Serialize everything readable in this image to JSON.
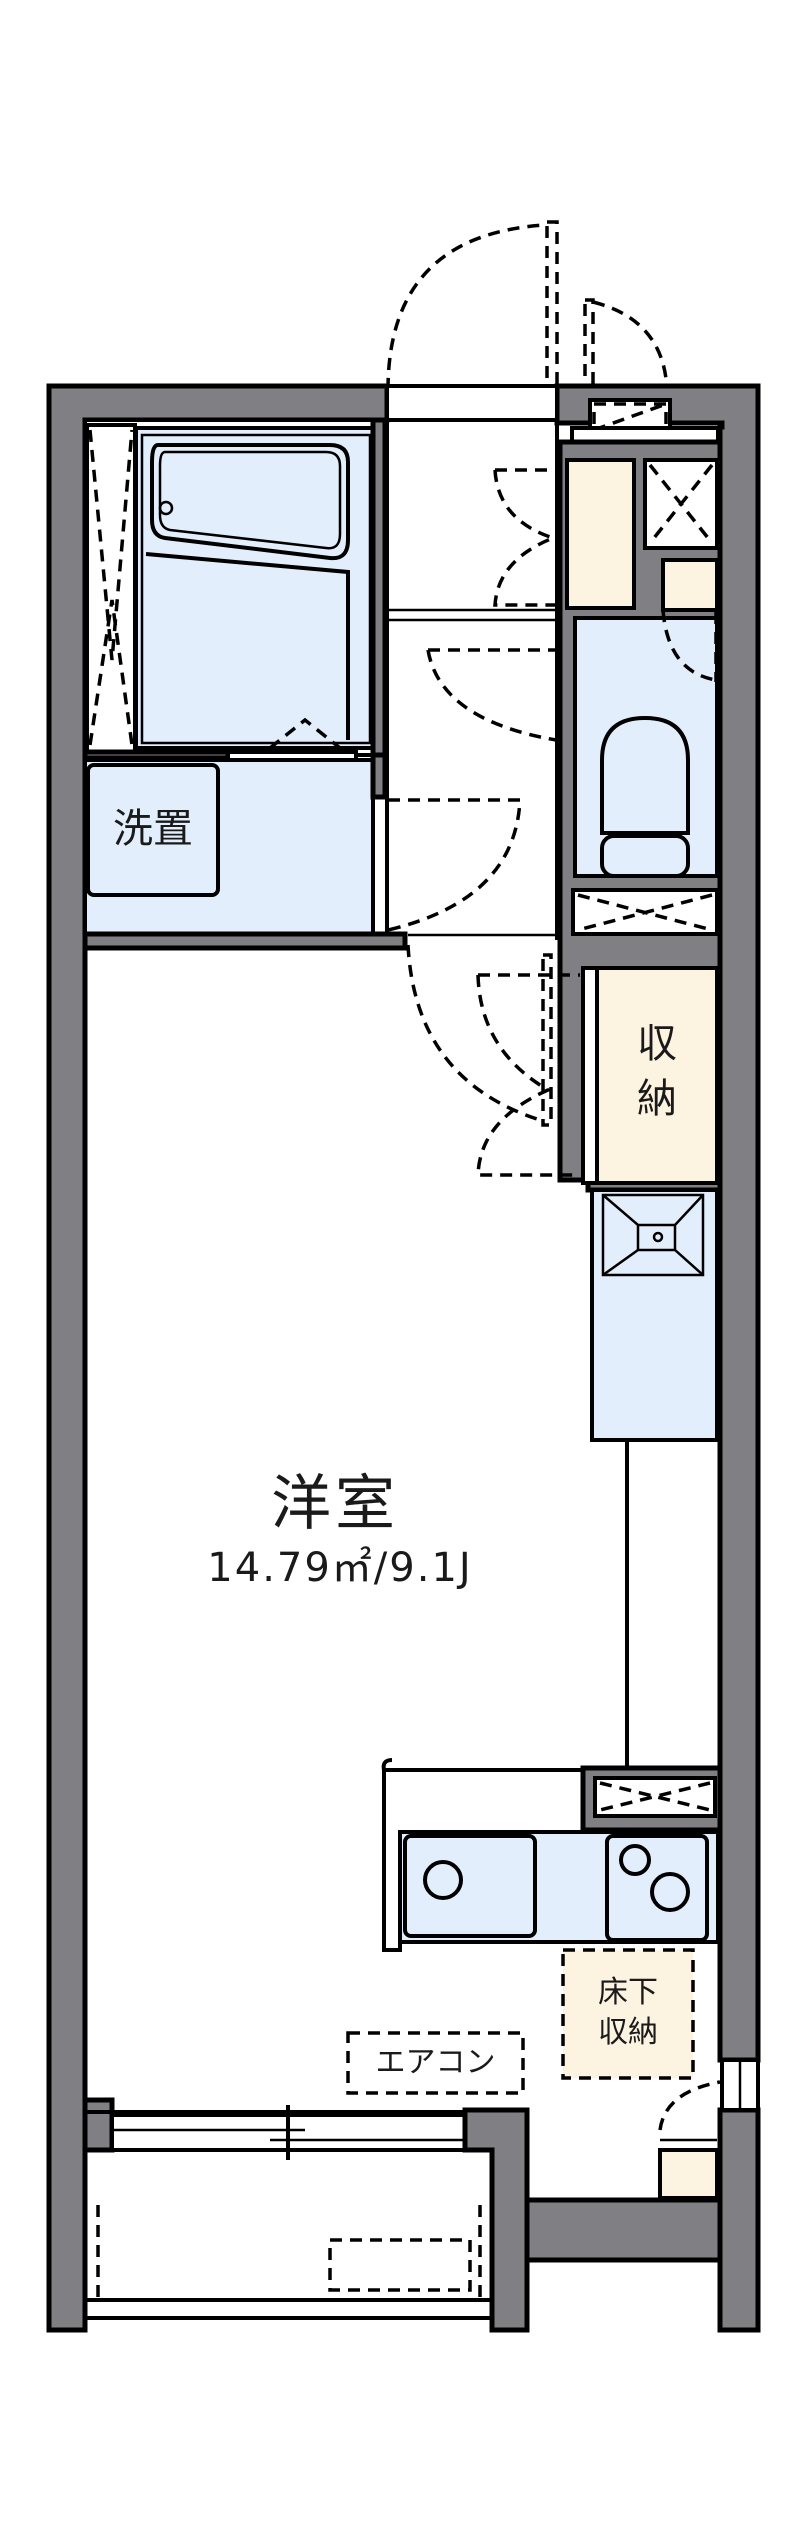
{
  "plan": {
    "colors": {
      "wall": "#807f84",
      "wet_area": "#e3eefc",
      "storage": "#fdf3e1",
      "line": "#000000",
      "background": "#ffffff"
    },
    "rooms": {
      "main_room": {
        "name": "洋室",
        "size": "14.79㎡/9.1J"
      },
      "washer_space": {
        "name": "洗置"
      },
      "closet": {
        "line1": "収",
        "line2": "納"
      },
      "underfloor_storage": {
        "line1": "床下",
        "line2": "収納"
      },
      "air_conditioner": {
        "label": "エアコン"
      }
    }
  }
}
